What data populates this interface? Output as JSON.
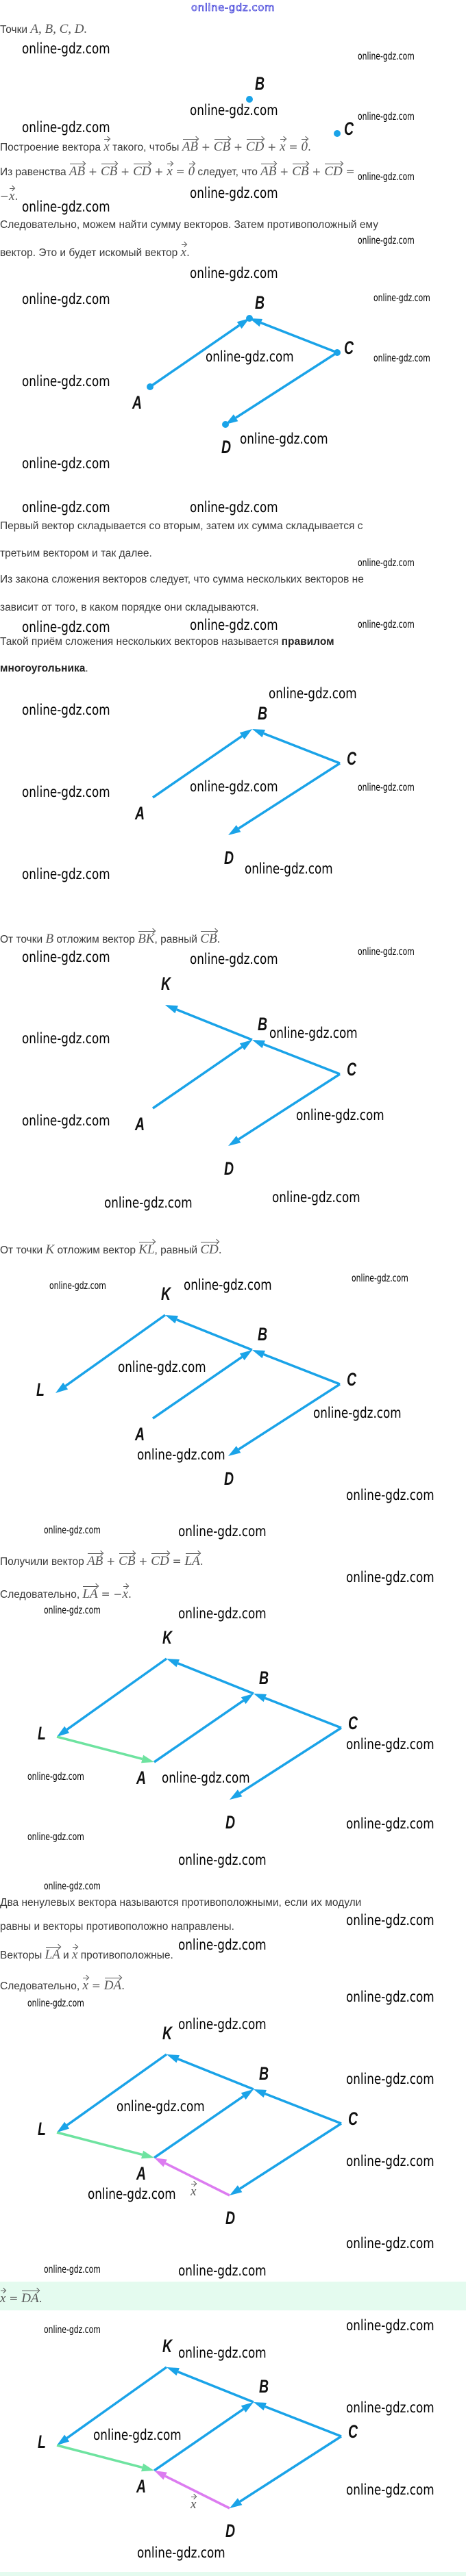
{
  "header": {
    "logo": "online-gdz.com"
  },
  "watermark": "online-gdz.com",
  "colors": {
    "vector": "#1aa3e8",
    "vector_LA": "#6ee3a0",
    "vector_DA": "#dc7cf0",
    "band": "#e4fbef"
  },
  "lines": [
    {
      "segs": [
        {
          "t": "Точки "
        },
        {
          "i": "A, B, C, D."
        }
      ]
    },
    {
      "segs": [
        {
          "t": "Построение вектора "
        },
        {
          "v": "x"
        },
        {
          "t": " такого, чтобы "
        },
        {
          "v": "AB"
        },
        {
          "m": " + "
        },
        {
          "v": "CB"
        },
        {
          "m": " + "
        },
        {
          "v": "CD"
        },
        {
          "m": " + "
        },
        {
          "v": "x"
        },
        {
          "m": " = "
        },
        {
          "v": "0"
        },
        {
          "m": "."
        }
      ]
    },
    {
      "segs": [
        {
          "t": "Из равенства "
        },
        {
          "v": "AB"
        },
        {
          "m": " + "
        },
        {
          "v": "CB"
        },
        {
          "m": " + "
        },
        {
          "v": "CD"
        },
        {
          "m": " + "
        },
        {
          "v": "x"
        },
        {
          "m": " = "
        },
        {
          "v": "0"
        },
        {
          "t": " следует, что "
        },
        {
          "v": "AB"
        },
        {
          "m": " + "
        },
        {
          "v": "CB"
        },
        {
          "m": " + "
        },
        {
          "v": "CD"
        },
        {
          "m": " ="
        }
      ]
    },
    {
      "segs": [
        {
          "m": "−"
        },
        {
          "v": "x"
        },
        {
          "m": "."
        }
      ]
    },
    {
      "segs": [
        {
          "t": "Следовательно, можем найти сумму векторов. Затем противоположный ему"
        }
      ]
    },
    {
      "segs": [
        {
          "t": "вектор. Это и будет искомый вектор "
        },
        {
          "v": "x"
        },
        {
          "m": "."
        }
      ]
    },
    {
      "segs": [
        {
          "t": "Первый вектор складывается со вторым, затем их сумма складывается с"
        }
      ]
    },
    {
      "segs": [
        {
          "t": "третьим вектором и так далее."
        }
      ]
    },
    {
      "segs": [
        {
          "t": "Из закона сложения векторов следует, что сумма нескольких векторов не"
        }
      ]
    },
    {
      "segs": [
        {
          "t": "зависит от того, в каком порядке они складываются."
        }
      ]
    },
    {
      "segs": [
        {
          "t": "Такой приём сложения нескольких векторов называется "
        },
        {
          "b": "правилом"
        }
      ]
    },
    {
      "segs": [
        {
          "b": "многоугольника"
        },
        {
          "t": "."
        }
      ]
    },
    {
      "segs": [
        {
          "t": "От точки "
        },
        {
          "i": "B"
        },
        {
          "t": " отложим вектор "
        },
        {
          "v": "BK"
        },
        {
          "t": ", равный "
        },
        {
          "v": "CB"
        },
        {
          "m": "."
        }
      ]
    },
    {
      "segs": [
        {
          "t": "От точки "
        },
        {
          "i": "K"
        },
        {
          "t": " отложим вектор "
        },
        {
          "v": "KL"
        },
        {
          "t": ", равный "
        },
        {
          "v": "CD"
        },
        {
          "m": "."
        }
      ]
    },
    {
      "segs": [
        {
          "t": "Получили вектор "
        },
        {
          "v": "AB"
        },
        {
          "m": " + "
        },
        {
          "v": "CB"
        },
        {
          "m": " + "
        },
        {
          "v": "CD"
        },
        {
          "m": " = "
        },
        {
          "v": "LA"
        },
        {
          "m": "."
        }
      ]
    },
    {
      "segs": [
        {
          "t": "Следовательно, "
        },
        {
          "v": "LA"
        },
        {
          "m": " = −"
        },
        {
          "v": "x"
        },
        {
          "m": "."
        }
      ]
    },
    {
      "segs": [
        {
          "t": "Два ненулевых вектора называются противоположными, если их модули"
        }
      ]
    },
    {
      "segs": [
        {
          "t": "равны и векторы противоположно направлены."
        }
      ]
    },
    {
      "segs": [
        {
          "t": "Векторы "
        },
        {
          "v": "LA"
        },
        {
          "t": " и "
        },
        {
          "v": "x"
        },
        {
          "t": " противоположные."
        }
      ]
    },
    {
      "segs": [
        {
          "t": "Следовательно, "
        },
        {
          "v": "x"
        },
        {
          "m": " = "
        },
        {
          "v": "DA"
        },
        {
          "m": "."
        }
      ]
    },
    {
      "segs": [
        {
          "v": "x"
        },
        {
          "m": " = "
        },
        {
          "v": "DA"
        },
        {
          "m": "."
        }
      ]
    }
  ],
  "diagrams": [
    {
      "labels": [
        "B",
        "C"
      ],
      "vectors": [],
      "dots": true
    },
    {
      "labels": [
        "A",
        "B",
        "C",
        "D"
      ],
      "vectors": [
        "AB",
        "CB",
        "CD"
      ],
      "dots": true
    },
    {
      "labels": [
        "A",
        "B",
        "C",
        "D"
      ],
      "vectors": [
        "AB",
        "CB",
        "CD"
      ],
      "dots": false
    },
    {
      "labels": [
        "A",
        "B",
        "C",
        "D",
        "K"
      ],
      "vectors": [
        "AB",
        "CB",
        "CD",
        "BK"
      ],
      "dots": false
    },
    {
      "labels": [
        "A",
        "B",
        "C",
        "D",
        "K",
        "L"
      ],
      "vectors": [
        "AB",
        "CB",
        "CD",
        "BK",
        "KL"
      ],
      "dots": false
    },
    {
      "labels": [
        "A",
        "B",
        "C",
        "D",
        "K",
        "L"
      ],
      "vectors": [
        "AB",
        "CB",
        "CD",
        "BK",
        "KL",
        "LA"
      ],
      "dots": false
    },
    {
      "labels": [
        "A",
        "B",
        "C",
        "D",
        "K",
        "L"
      ],
      "vectors": [
        "AB",
        "CB",
        "CD",
        "BK",
        "KL",
        "LA",
        "DA"
      ],
      "dots": false,
      "x_label": "x"
    },
    {
      "labels": [
        "A",
        "B",
        "C",
        "D",
        "K",
        "L"
      ],
      "vectors": [
        "AB",
        "CB",
        "CD",
        "BK",
        "KL",
        "LA",
        "DA"
      ],
      "dots": false,
      "x_label": "x"
    }
  ]
}
